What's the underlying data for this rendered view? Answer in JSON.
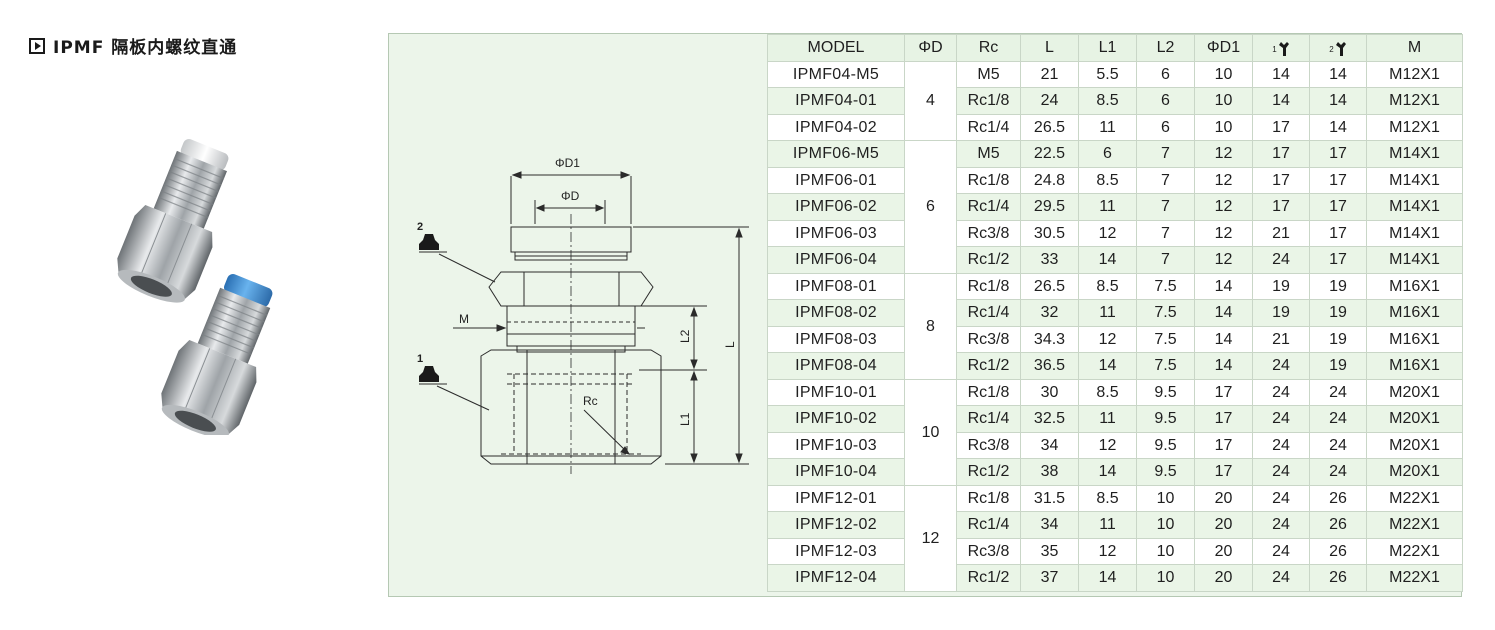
{
  "heading": {
    "title": "IPMF 隔板内螺纹直通"
  },
  "drawing": {
    "label_d1": "ΦD1",
    "label_d": "ΦD",
    "label_m": "M",
    "label_l2": "L2",
    "label_l": "L",
    "label_l1": "L1",
    "label_rc": "Rc",
    "wrench_2": "2",
    "wrench_1": "1"
  },
  "table": {
    "headers": [
      "MODEL",
      "ΦD",
      "Rc",
      "L",
      "L1",
      "L2",
      "ΦD1",
      "1",
      "2",
      "M"
    ],
    "rows": [
      [
        "IPMF04-M5",
        "M5",
        "21",
        "5.5",
        "6",
        "10",
        "14",
        "14",
        "M12X1"
      ],
      [
        "IPMF04-01",
        "Rc1/8",
        "24",
        "8.5",
        "6",
        "10",
        "14",
        "14",
        "M12X1"
      ],
      [
        "IPMF04-02",
        "Rc1/4",
        "26.5",
        "11",
        "6",
        "10",
        "17",
        "14",
        "M12X1"
      ],
      [
        "IPMF06-M5",
        "M5",
        "22.5",
        "6",
        "7",
        "12",
        "17",
        "17",
        "M14X1"
      ],
      [
        "IPMF06-01",
        "Rc1/8",
        "24.8",
        "8.5",
        "7",
        "12",
        "17",
        "17",
        "M14X1"
      ],
      [
        "IPMF06-02",
        "Rc1/4",
        "29.5",
        "11",
        "7",
        "12",
        "17",
        "17",
        "M14X1"
      ],
      [
        "IPMF06-03",
        "Rc3/8",
        "30.5",
        "12",
        "7",
        "12",
        "21",
        "17",
        "M14X1"
      ],
      [
        "IPMF06-04",
        "Rc1/2",
        "33",
        "14",
        "7",
        "12",
        "24",
        "17",
        "M14X1"
      ],
      [
        "IPMF08-01",
        "Rc1/8",
        "26.5",
        "8.5",
        "7.5",
        "14",
        "19",
        "19",
        "M16X1"
      ],
      [
        "IPMF08-02",
        "Rc1/4",
        "32",
        "11",
        "7.5",
        "14",
        "19",
        "19",
        "M16X1"
      ],
      [
        "IPMF08-03",
        "Rc3/8",
        "34.3",
        "12",
        "7.5",
        "14",
        "21",
        "19",
        "M16X1"
      ],
      [
        "IPMF08-04",
        "Rc1/2",
        "36.5",
        "14",
        "7.5",
        "14",
        "24",
        "19",
        "M16X1"
      ],
      [
        "IPMF10-01",
        "Rc1/8",
        "30",
        "8.5",
        "9.5",
        "17",
        "24",
        "24",
        "M20X1"
      ],
      [
        "IPMF10-02",
        "Rc1/4",
        "32.5",
        "11",
        "9.5",
        "17",
        "24",
        "24",
        "M20X1"
      ],
      [
        "IPMF10-03",
        "Rc3/8",
        "34",
        "12",
        "9.5",
        "17",
        "24",
        "24",
        "M20X1"
      ],
      [
        "IPMF10-04",
        "Rc1/2",
        "38",
        "14",
        "9.5",
        "17",
        "24",
        "24",
        "M20X1"
      ],
      [
        "IPMF12-01",
        "Rc1/8",
        "31.5",
        "8.5",
        "10",
        "20",
        "24",
        "26",
        "M22X1"
      ],
      [
        "IPMF12-02",
        "Rc1/4",
        "34",
        "11",
        "10",
        "20",
        "24",
        "26",
        "M22X1"
      ],
      [
        "IPMF12-03",
        "Rc3/8",
        "35",
        "12",
        "10",
        "20",
        "24",
        "26",
        "M22X1"
      ],
      [
        "IPMF12-04",
        "Rc1/2",
        "37",
        "14",
        "10",
        "20",
        "24",
        "26",
        "M22X1"
      ]
    ],
    "diameter_groups": [
      {
        "value": "4",
        "span": 3
      },
      {
        "value": "6",
        "span": 5
      },
      {
        "value": "8",
        "span": 4
      },
      {
        "value": "10",
        "span": 4
      },
      {
        "value": "12",
        "span": 4
      }
    ]
  },
  "colors": {
    "panel_bg": "#ecf5ea",
    "row_alt": "#eaf5e7",
    "fitting_blue": "#3d8fd6",
    "fitting_white": "#e8eaea"
  }
}
